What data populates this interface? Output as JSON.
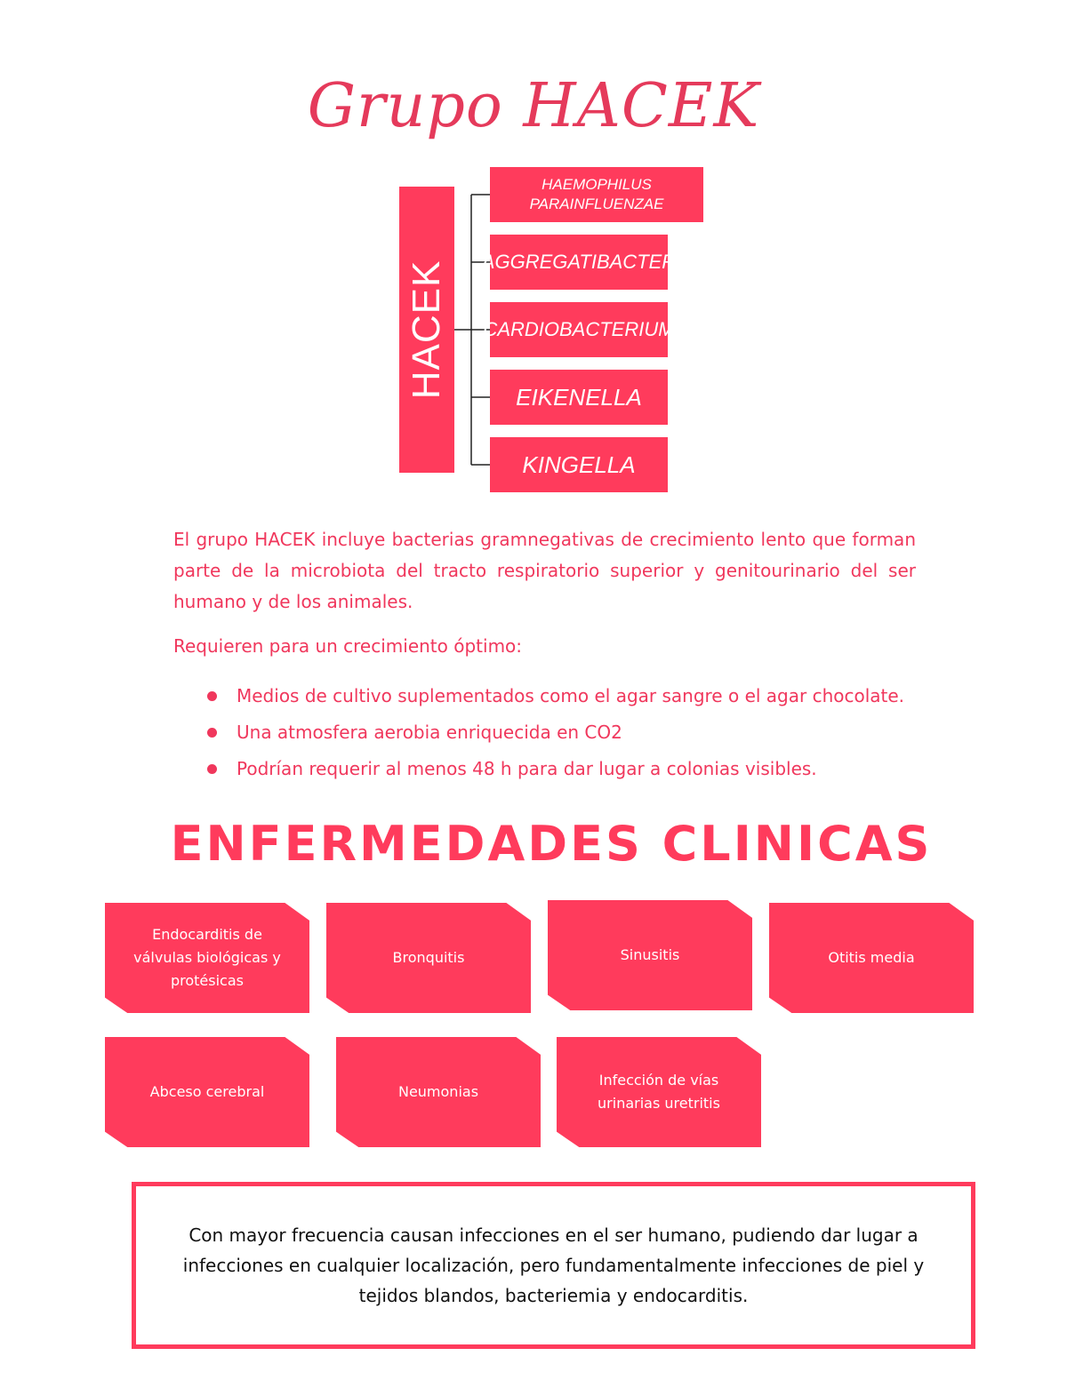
{
  "title": "Grupo HACEK",
  "diagram": {
    "root": "HACEK",
    "items": [
      "HAEMOPHILUS PARAINFLUENZAE",
      "AGGREGATIBACTER",
      "CARDIOBACTERIUM",
      "EIKENELLA",
      "KINGELLA"
    ]
  },
  "description": {
    "paragraph": "El grupo HACEK incluye bacterias gramnegativas de crecimiento lento que forman parte de la microbiota del tracto respiratorio superior y genitourinario del ser humano y de los animales.",
    "requirements_label": "Requieren para un crecimiento óptimo:",
    "bullets": [
      "Medios de cultivo suplementados como el agar sangre o el agar chocolate.",
      "Una atmosfera aerobia enriquecida en CO2",
      "Podrían requerir al menos 48 h para dar lugar a colonias visibles."
    ]
  },
  "diseases": {
    "title": "ENFERMEDADES CLINICAS",
    "cards": [
      "Endocarditis de válvulas biológicas y protésicas",
      "Bronquitis",
      "Sinusitis",
      "Otitis media",
      "Abceso cerebral",
      "Neumonias",
      "Infección de vías urinarias uretritis"
    ]
  },
  "note": "Con mayor frecuencia causan infecciones en el ser humano, pudiendo dar lugar a infecciones en cualquier localización, pero fundamentalmente infecciones de piel y tejidos blandos, bacteriemia y endocarditis."
}
